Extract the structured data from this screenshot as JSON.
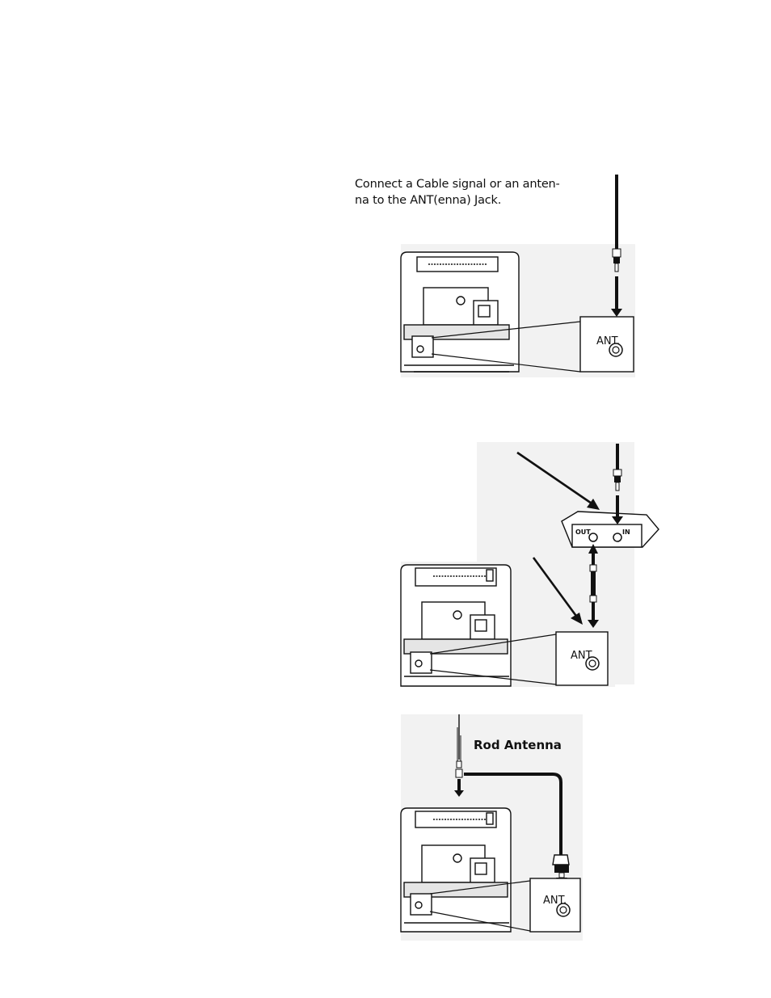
{
  "instruction": {
    "line1": "Connect a Cable signal or an anten-",
    "line2": "na to the ANT(enna) Jack."
  },
  "figure1": {
    "jack_label": "ANT."
  },
  "figure2": {
    "out_label": "OUT",
    "in_label": "IN",
    "jack_label": "ANT."
  },
  "figure3": {
    "title": "Rod Antenna",
    "jack_label": "ANT."
  }
}
